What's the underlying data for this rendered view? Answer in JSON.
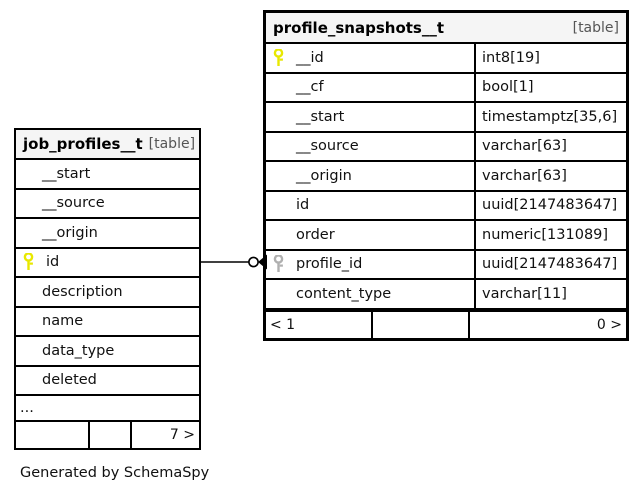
{
  "diagram": {
    "caption": "Generated by SchemaSpy",
    "kind_label": "[table]",
    "colors": {
      "primary_key": "#e8e800",
      "foreign_key": "#b0b0b0",
      "border": "#000000",
      "header_background": "#f5f5f5",
      "page_background": "#ffffff"
    }
  },
  "left_table": {
    "name": "job_profiles__t",
    "kind": "[table]",
    "columns": [
      {
        "key": "none",
        "name": "__start"
      },
      {
        "key": "none",
        "name": "__source"
      },
      {
        "key": "none",
        "name": "__origin"
      },
      {
        "key": "primary",
        "name": "id"
      },
      {
        "key": "none",
        "name": "description"
      },
      {
        "key": "none",
        "name": "name"
      },
      {
        "key": "none",
        "name": "data_type"
      },
      {
        "key": "none",
        "name": "deleted"
      }
    ],
    "more_indicator": "...",
    "footer": {
      "left": "",
      "middle": "",
      "right": "7 >"
    }
  },
  "right_table": {
    "name": "profile_snapshots__t",
    "kind": "[table]",
    "columns": [
      {
        "key": "primary",
        "name": "__id",
        "type": "int8[19]"
      },
      {
        "key": "none",
        "name": "__cf",
        "type": "bool[1]"
      },
      {
        "key": "none",
        "name": "__start",
        "type": "timestamptz[35,6]"
      },
      {
        "key": "none",
        "name": "__source",
        "type": "varchar[63]"
      },
      {
        "key": "none",
        "name": "__origin",
        "type": "varchar[63]"
      },
      {
        "key": "none",
        "name": "id",
        "type": "uuid[2147483647]"
      },
      {
        "key": "none",
        "name": "order",
        "type": "numeric[131089]"
      },
      {
        "key": "foreign",
        "name": "profile_id",
        "type": "uuid[2147483647]"
      },
      {
        "key": "none",
        "name": "content_type",
        "type": "varchar[11]"
      }
    ],
    "footer": {
      "left": "< 1",
      "middle": "",
      "right": "0 >"
    }
  },
  "relationship": {
    "from_table": "job_profiles__t",
    "from_column": "id",
    "to_table": "profile_snapshots__t",
    "to_column": "profile_id",
    "from_cardinality": "zero-or-one",
    "to_cardinality": "many"
  }
}
